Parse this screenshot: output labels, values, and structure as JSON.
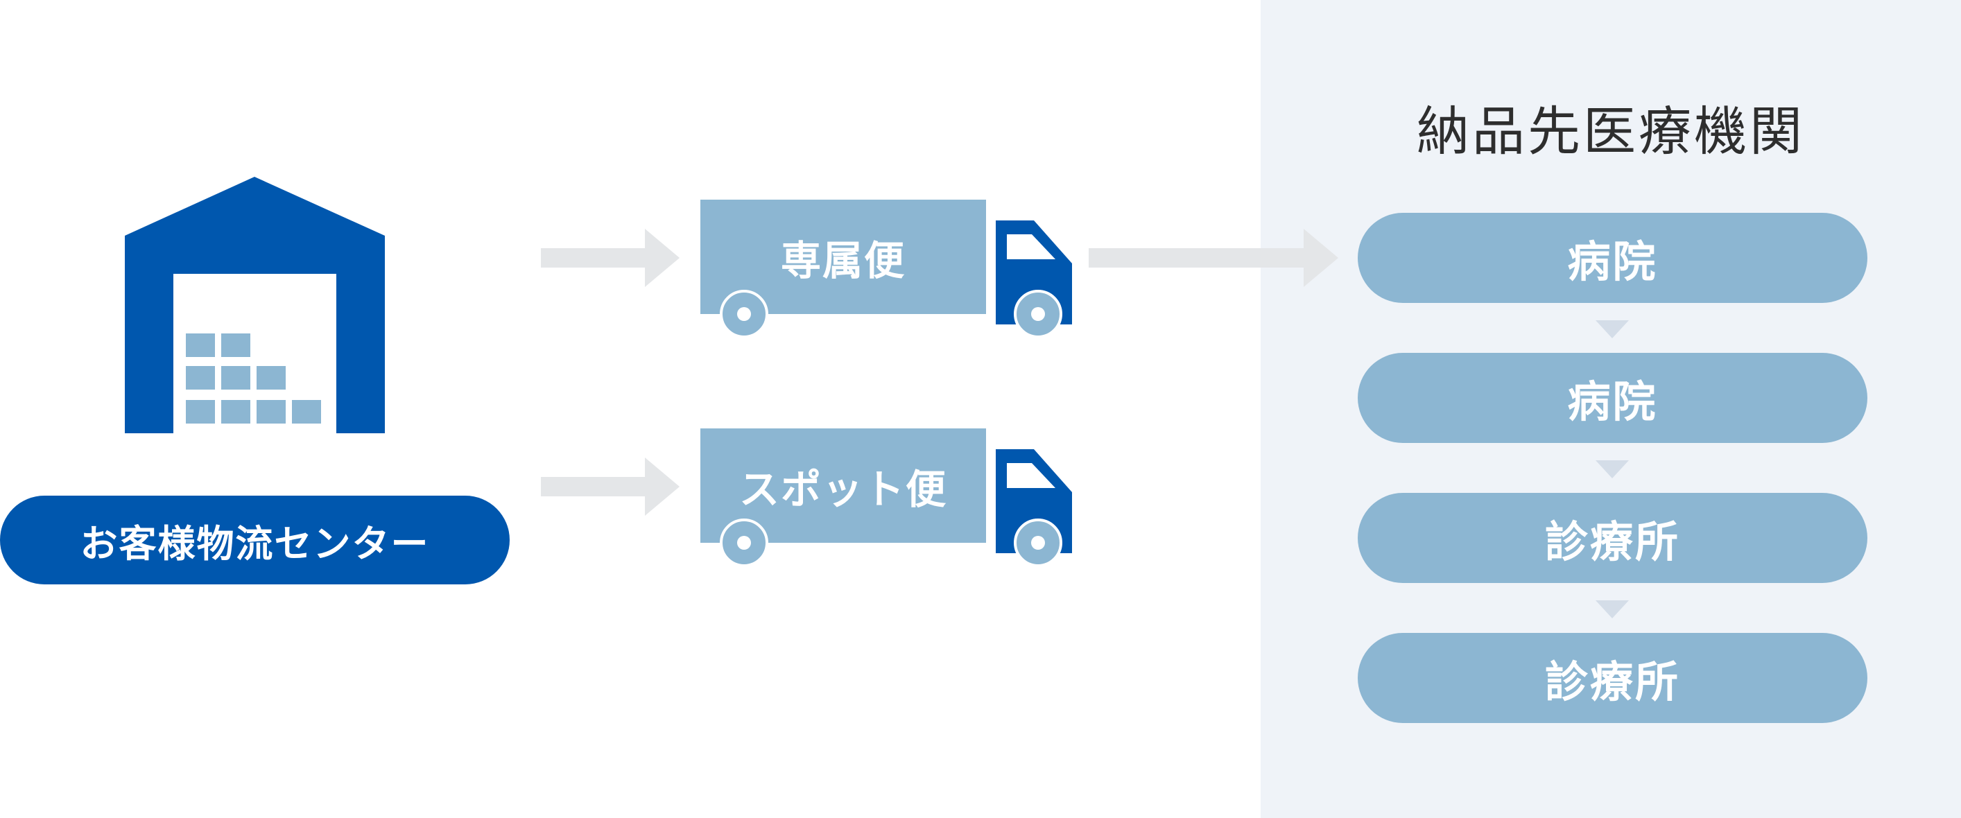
{
  "source": {
    "label": "お客様物流センター"
  },
  "routes": [
    {
      "label": "専属便"
    },
    {
      "label": "スポット便"
    }
  ],
  "destinations": {
    "title": "納品先医療機関",
    "items": [
      {
        "label": "病院"
      },
      {
        "label": "病院"
      },
      {
        "label": "診療所"
      },
      {
        "label": "診療所"
      }
    ]
  },
  "colors": {
    "brand_blue": "#0057ae",
    "light_blue": "#8cb6d2",
    "arrow_gray": "#e4e6e8",
    "panel_bg": "#eff3f8"
  }
}
